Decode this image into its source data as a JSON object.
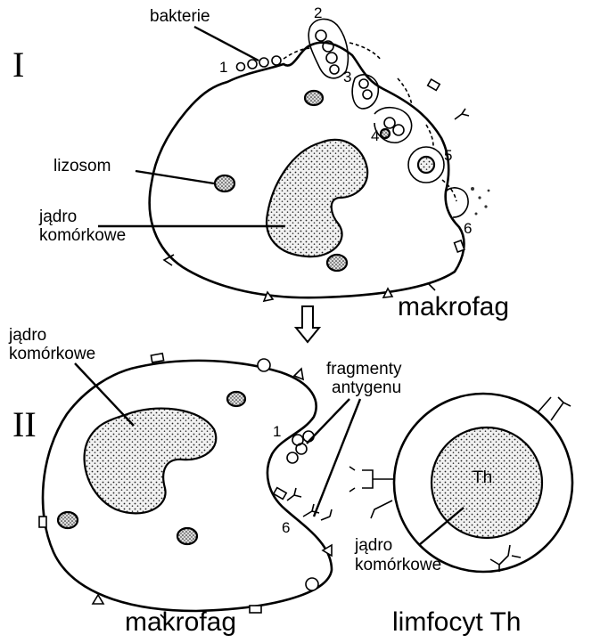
{
  "stage_1": {
    "roman": "I",
    "labels": {
      "bacteria": "bakterie",
      "lysosome": "lizosom",
      "nucleus_line1": "jądro",
      "nucleus_line2": "komórkowe",
      "cell": "makrofag"
    },
    "steps": [
      "1",
      "2",
      "3",
      "4",
      "5",
      "6"
    ]
  },
  "stage_2": {
    "roman": "II",
    "macrophage": {
      "nucleus_line1": "jądro",
      "nucleus_line2": "komórkowe",
      "cell": "makrofag",
      "steps": [
        "1",
        "6"
      ]
    },
    "antigen_fragments_line1": "fragmenty",
    "antigen_fragments_line2": "antygenu",
    "lymphocyte": {
      "nucleus_text": "Th",
      "nucleus_line1": "jądro",
      "nucleus_line2": "komórkowe",
      "cell": "limfocyt Th"
    }
  },
  "icons": {
    "down_arrow": "hollow-down-arrow-icon"
  }
}
